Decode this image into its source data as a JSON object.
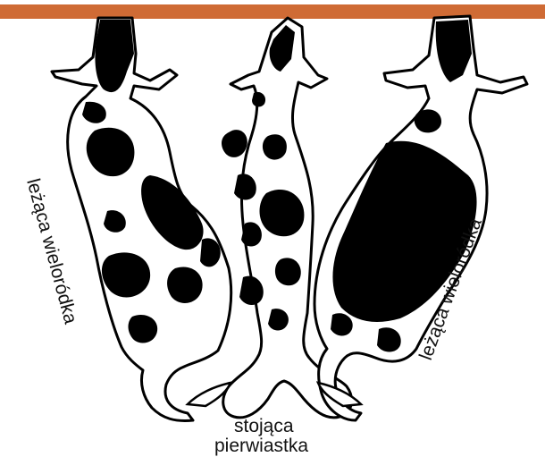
{
  "colors": {
    "bar": "#cf6b35",
    "spots": "#000000",
    "coat": "#ffffff"
  },
  "labels": {
    "left_cow": "leżąca wieloródka",
    "right_cow": "leżąca wieloródka",
    "middle_line1": "stojąca",
    "middle_line2": "pierwiastka"
  }
}
